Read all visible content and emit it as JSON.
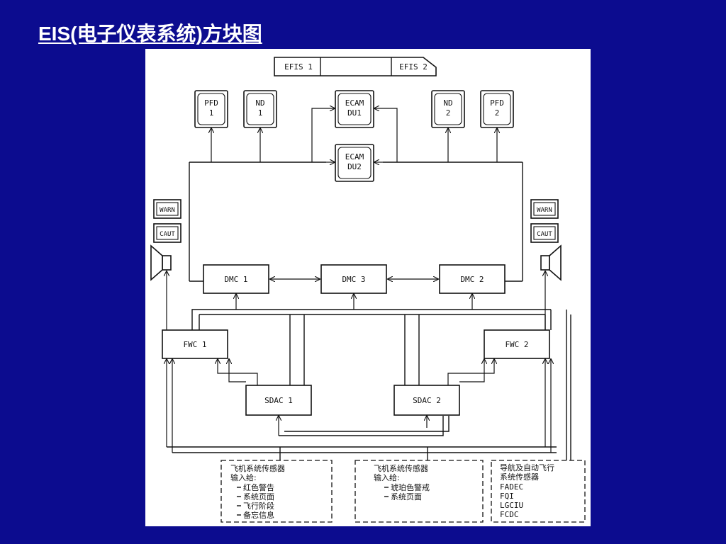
{
  "slide": {
    "title": "EIS(电子仪表系统)方块图"
  },
  "diagram": {
    "efis": {
      "left": "EFIS 1",
      "right": "EFIS 2"
    },
    "displays": {
      "pfd1": [
        "PFD",
        "1"
      ],
      "nd1": [
        "ND",
        "1"
      ],
      "ecam_du1": [
        "ECAM",
        "DU1"
      ],
      "ecam_du2": [
        "ECAM",
        "DU2"
      ],
      "nd2": [
        "ND",
        "2"
      ],
      "pfd2": [
        "PFD",
        "2"
      ]
    },
    "warn_left": "WARN",
    "caut_left": "CAUT",
    "warn_right": "WARN",
    "caut_right": "CAUT",
    "units": {
      "dmc1": "DMC 1",
      "dmc3": "DMC 3",
      "dmc2": "DMC 2",
      "fwc1": "FWC 1",
      "fwc2": "FWC 2",
      "sdac1": "SDAC 1",
      "sdac2": "SDAC 2"
    },
    "inputs": {
      "left": {
        "lines": [
          "飞机系统传感器",
          "输入给:"
        ],
        "items": [
          "红色警告",
          "系统页面",
          "飞行阶段",
          "备忘信息"
        ]
      },
      "middle": {
        "lines": [
          "飞机系统传感器",
          "输入给:"
        ],
        "items": [
          "琥珀色警戒",
          "系统页面"
        ]
      },
      "right": {
        "lines": [
          "导航及自动飞行",
          "系统传感器",
          "FADEC",
          "FQI",
          "LGCIU",
          "FCDC"
        ]
      }
    }
  }
}
